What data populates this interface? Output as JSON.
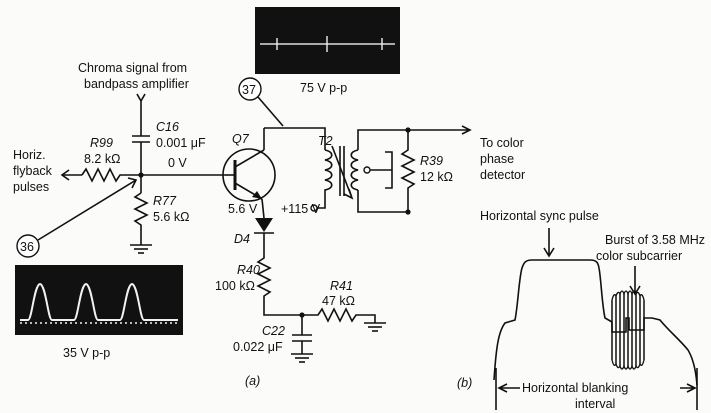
{
  "scope_top": {
    "caption": "75 V p-p"
  },
  "scope_bottom": {
    "caption": "35 V p-p"
  },
  "labels": {
    "chroma_line1": "Chroma signal from",
    "chroma_line2": "bandpass amplifier",
    "horiz_line1": "Horiz.",
    "horiz_line2": "flyback",
    "horiz_line3": "pulses",
    "output_line1": "To color",
    "output_line2": "phase",
    "output_line3": "detector"
  },
  "components": {
    "c16": {
      "ref": "C16",
      "value": "0.001 μF"
    },
    "r99": {
      "ref": "R99",
      "value": "8.2 kΩ"
    },
    "r77": {
      "ref": "R77",
      "value": "5.6 kΩ"
    },
    "q7": {
      "ref": "Q7"
    },
    "t2": {
      "ref": "T2"
    },
    "r39": {
      "ref": "R39",
      "value": "12 kΩ"
    },
    "d4": {
      "ref": "D4"
    },
    "r40": {
      "ref": "R40",
      "value": "100 kΩ"
    },
    "r41": {
      "ref": "R41",
      "value": "47 kΩ"
    },
    "c22": {
      "ref": "C22",
      "value": "0.022 μF"
    }
  },
  "voltages": {
    "base": "0 V",
    "emitter": "5.6 V",
    "supply": "+115 V"
  },
  "test_points": {
    "tp36": "36",
    "tp37": "37"
  },
  "captions": {
    "a": "(a)",
    "b": "(b)"
  },
  "waveform": {
    "sync_label": "Horizontal sync pulse",
    "burst_line1": "Burst of 3.58 MHz",
    "burst_line2": "color subcarrier",
    "blanking_line1": "Horizontal blanking",
    "blanking_line2": "interval"
  }
}
